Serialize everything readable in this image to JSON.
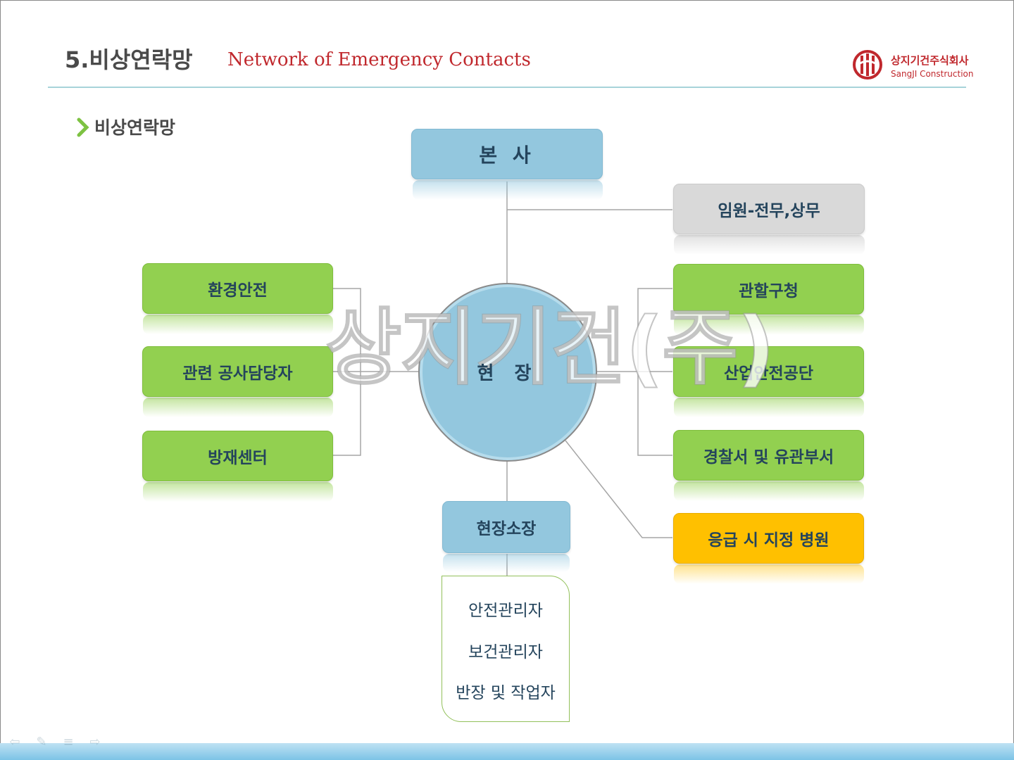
{
  "header": {
    "title": "5.비상연락망",
    "title_en": "Network of Emergency Contacts",
    "logo_ko": "상지기건주식회사",
    "logo_en": "SangJI Construction"
  },
  "section": {
    "title": "비상연락망"
  },
  "diagram": {
    "head_office": "본 사",
    "executives": "임원-전무,상무",
    "center": "현 장",
    "left": [
      "환경안전",
      "관련 공사담당자",
      "방재센터"
    ],
    "right": [
      "관할구청",
      "산업안전공단",
      "경찰서 및 유관부서"
    ],
    "hospital": "응급 시 지정 병원",
    "site_manager": "현장소장",
    "staff": [
      "안전관리자",
      "보건관리자",
      "반장 및 작업자"
    ]
  },
  "watermark": "상지기건(주)",
  "colors": {
    "blue_box": "#93c7de",
    "green_box": "#92d050",
    "gray_box": "#d9d9d9",
    "orange_box": "#ffc000",
    "title_red": "#c0282d"
  },
  "nav": {
    "icons": [
      "prev-icon",
      "pen-icon",
      "menu-icon",
      "next-icon"
    ]
  }
}
